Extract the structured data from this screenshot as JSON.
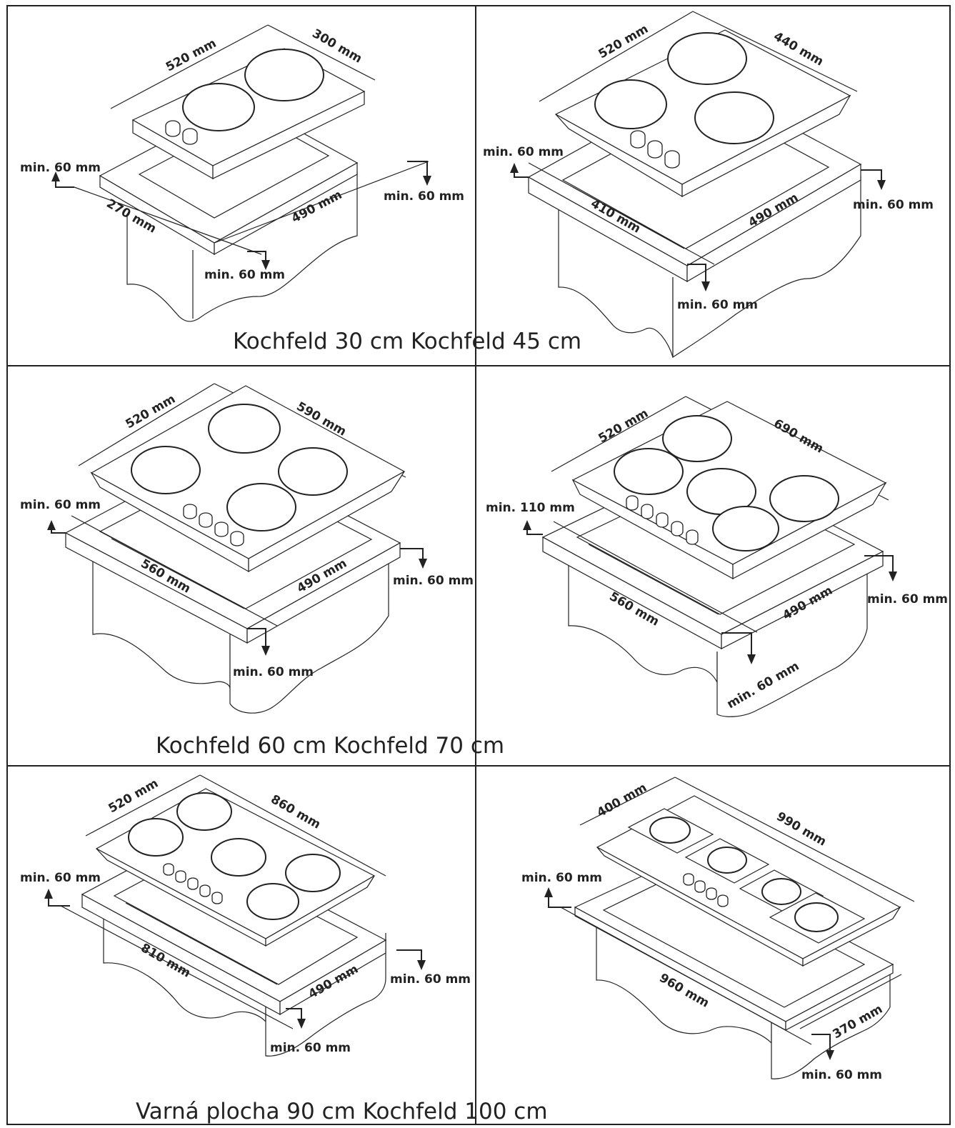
{
  "captions": {
    "row1": "Kochfeld 30 cm Kochfeld 45 cm",
    "row2": "Kochfeld 60 cm Kochfeld 70 cm",
    "row3": "Varná plocha 90 cm Kochfeld 100 cm"
  },
  "panels": {
    "p30": {
      "depth": "520 mm",
      "width": "300 mm",
      "cut_w": "270 mm",
      "cut_d": "490 mm",
      "min_left": "min. 60 mm",
      "min_right": "min. 60 mm",
      "min_front": "min. 60 mm"
    },
    "p45": {
      "depth": "520 mm",
      "width": "440 mm",
      "cut_w": "410 mm",
      "cut_d": "490 mm",
      "min_left": "min. 60 mm",
      "min_right": "min. 60 mm",
      "min_front": "min. 60 mm"
    },
    "p60": {
      "depth": "520 mm",
      "width": "590 mm",
      "cut_w": "560 mm",
      "cut_d": "490 mm",
      "min_left": "min. 60 mm",
      "min_right": "min. 60 mm",
      "min_front": "min. 60 mm"
    },
    "p70": {
      "depth": "520 mm",
      "width": "690 mm",
      "cut_w": "560 mm",
      "cut_d": "490 mm",
      "min_left": "min. 110 mm",
      "min_right": "min. 60 mm",
      "min_front": "min. 60 mm"
    },
    "p90": {
      "depth": "520 mm",
      "width": "860 mm",
      "cut_w": "810 mm",
      "cut_d": "490 mm",
      "min_left": "min. 60 mm",
      "min_right": "min. 60 mm",
      "min_front": "min. 60 mm"
    },
    "p100": {
      "depth": "400 mm",
      "width": "990 mm",
      "cut_w": "960 mm",
      "cut_d": "370 mm",
      "min_left": "min. 60 mm",
      "min_front": "min. 60 mm"
    }
  }
}
